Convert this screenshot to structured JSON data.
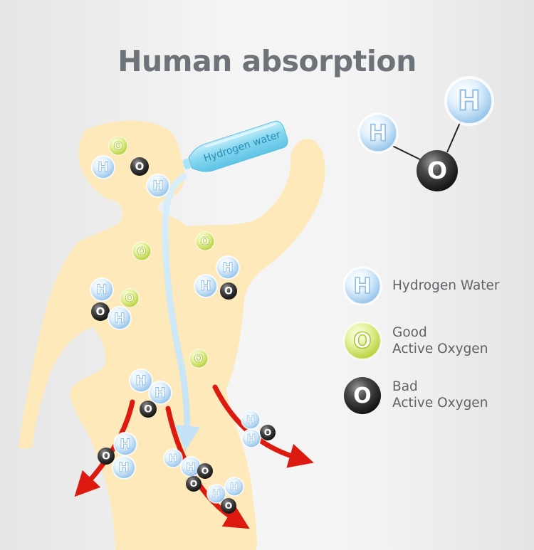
{
  "title": "Human absorption",
  "bottle_label": "Hydrogen water",
  "molecule": {
    "h_symbol": "H",
    "o_symbol": "O"
  },
  "legend": [
    {
      "symbol": "H",
      "label_lines": [
        "Hydrogen Water"
      ],
      "kind": "hydrogen"
    },
    {
      "symbol": "O",
      "label_lines": [
        "Good",
        "Active Oxygen"
      ],
      "kind": "good-oxygen"
    },
    {
      "symbol": "O",
      "label_lines": [
        "Bad",
        "Active Oxygen"
      ],
      "kind": "bad-oxygen"
    }
  ],
  "colors": {
    "body": "#fde9b9",
    "hydrogen": "#cfe6f8",
    "good_oxygen": "#d9ec7a",
    "bad_oxygen": "#2e2e2e",
    "arrow": "#dd1a10",
    "bottle": "#7fd3ee",
    "title": "#6e7379"
  }
}
